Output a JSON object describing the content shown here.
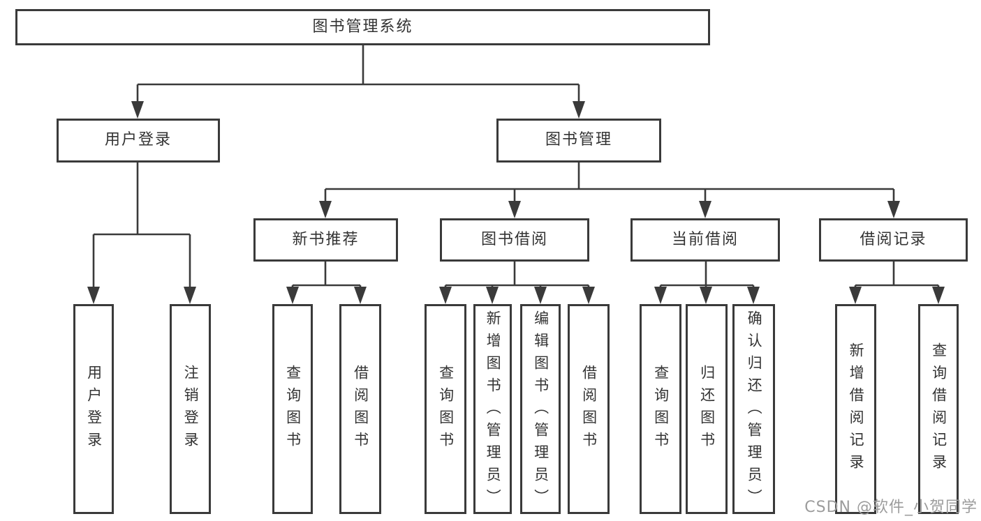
{
  "nodes": {
    "root": {
      "label": "图书管理系统"
    },
    "user_login": {
      "label": "用户登录"
    },
    "book_mgmt": {
      "label": "图书管理"
    },
    "new_book_rec": {
      "label": "新书推荐"
    },
    "book_borrow": {
      "label": "图书借阅"
    },
    "current_borrow": {
      "label": "当前借阅"
    },
    "borrow_record": {
      "label": "借阅记录"
    },
    "leaf_user_login": {
      "label": "用户登录"
    },
    "leaf_logout": {
      "label": "注销登录"
    },
    "leaf_query_book_a": {
      "label": "查询图书"
    },
    "leaf_borrow_book_a": {
      "label": "借阅图书"
    },
    "leaf_query_book_b": {
      "label": "查询图书"
    },
    "leaf_add_book": {
      "label": "新增图书（管理员）"
    },
    "leaf_edit_book": {
      "label": "编辑图书（管理员）"
    },
    "leaf_borrow_book_b": {
      "label": "借阅图书"
    },
    "leaf_query_book_c": {
      "label": "查询图书"
    },
    "leaf_return_book": {
      "label": "归还图书"
    },
    "leaf_confirm_return": {
      "label": "确认归还（管理员）"
    },
    "leaf_add_record": {
      "label": "新增借阅记录"
    },
    "leaf_query_record": {
      "label": "查询借阅记录"
    }
  },
  "hierarchy": {
    "图书管理系统": {
      "用户登录": [
        "用户登录",
        "注销登录"
      ],
      "图书管理": {
        "新书推荐": [
          "查询图书",
          "借阅图书"
        ],
        "图书借阅": [
          "查询图书",
          "新增图书（管理员）",
          "编辑图书（管理员）",
          "借阅图书"
        ],
        "当前借阅": [
          "查询图书",
          "归还图书",
          "确认归还（管理员）"
        ],
        "借阅记录": [
          "新增借阅记录",
          "查询借阅记录"
        ]
      }
    }
  },
  "watermark": {
    "text": "CSDN @软件_小贺同学"
  },
  "colors": {
    "line": "#3a3a3a",
    "box_border": "#3a3a3a",
    "box_background": "#ffffff",
    "text": "#333333",
    "watermark": "#9c9c9c",
    "canvas": "#ffffff"
  }
}
